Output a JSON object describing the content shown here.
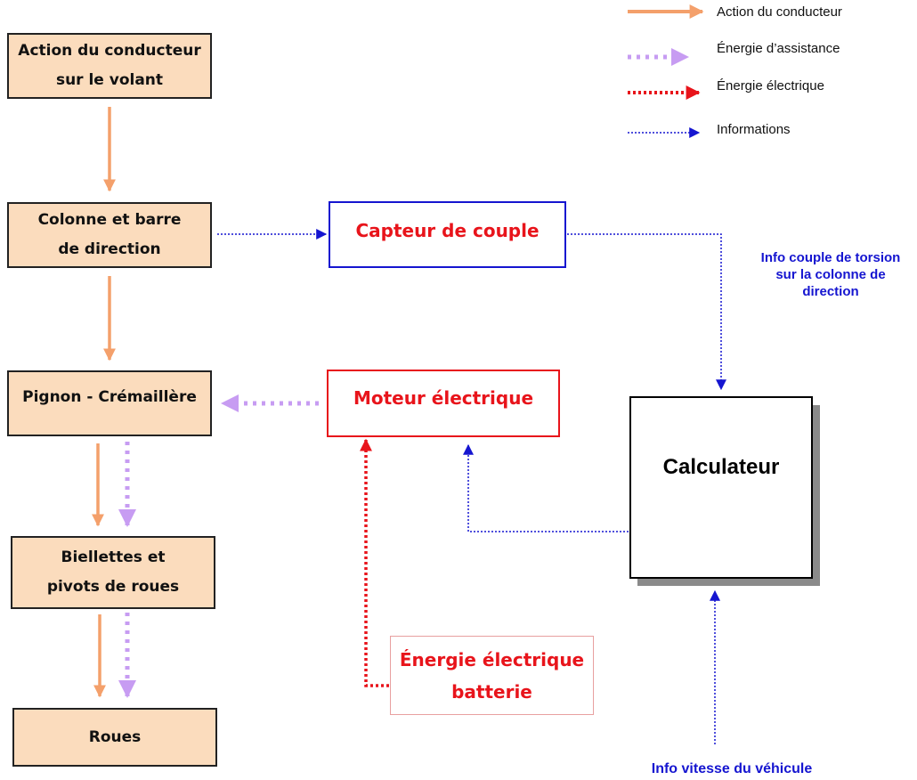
{
  "legend": {
    "driver_action": "Action du conducteur",
    "assist_energy": "Énergie d’assistance",
    "electric_energy": "Énergie électrique",
    "information": "Informations"
  },
  "chain": {
    "driver_action_line1": "Action du conducteur",
    "driver_action_line2": "sur le volant",
    "column_line1": "Colonne et barre",
    "column_line2": "de direction",
    "pinion_rack": "Pignon - Crémaillère",
    "rods_line1": "Biellettes et",
    "rods_line2": "pivots de roues",
    "wheels": "Roues"
  },
  "components": {
    "torque_sensor": "Capteur de couple",
    "electric_motor": "Moteur électrique",
    "battery_line1": "Énergie électrique",
    "battery_line2": "batterie",
    "ecu": "Calculateur"
  },
  "labels": {
    "torque_info_line1": "Info couple de torsion",
    "torque_info_line2": "sur la colonne de",
    "torque_info_line3": "direction",
    "speed_info": "Info vitesse du véhicule"
  },
  "colors": {
    "driver_action": "#f4a06b",
    "assist_energy": "#c79cf2",
    "electric_energy": "#e8141b",
    "information": "#1515d0",
    "box_fill": "#fbdcbd"
  }
}
